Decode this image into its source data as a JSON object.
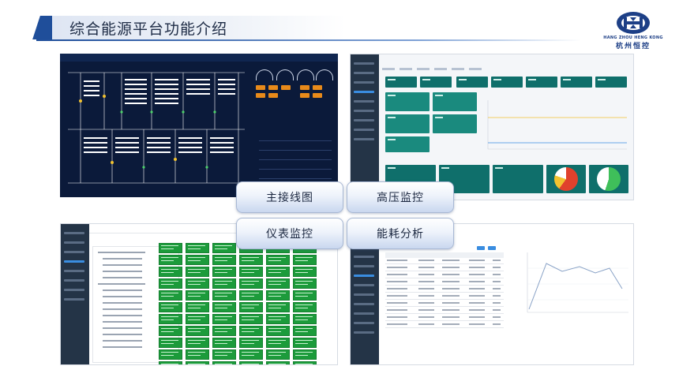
{
  "title": "综合能源平台功能介绍",
  "logo": {
    "en": "HANG ZHOU HENG KONG",
    "cn": "杭州恒控",
    "color": "#1d3f86"
  },
  "buttons": {
    "main_wiring": "主接线图",
    "hv_monitor": "高压监控",
    "meter_monitor": "仪表监控",
    "energy_analysis": "能耗分析"
  },
  "colors": {
    "title_accent": "#1f4e9a",
    "meter_green": "#1c9b3b",
    "hv_teal": "#0f6f6b",
    "diagram_bg": "#0b1a3a"
  },
  "icons": {
    "logo": "company-logo-icon"
  }
}
